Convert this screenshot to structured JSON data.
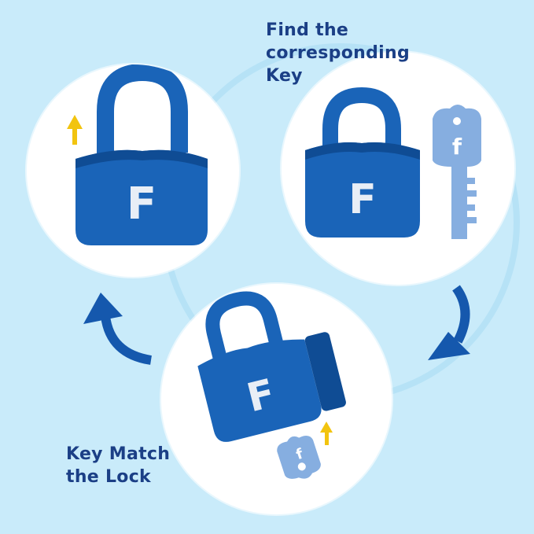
{
  "colors": {
    "background": "#c9ebfa",
    "ring": "#a2d9f2",
    "lock_body": "#1a64b8",
    "lock_shade": "#0f4c94",
    "key": "#86aee0",
    "caption_text": "#1b3f86",
    "arrow": "#1558ad",
    "hint_arrow": "#f2c40f"
  },
  "captions": {
    "top": [
      "Find the",
      "corresponding",
      "Key"
    ],
    "bottom": [
      "Key Match",
      "the Lock"
    ]
  },
  "steps": [
    {
      "letter": "F",
      "icons": [
        "padlock-open",
        "up-arrow-hint"
      ]
    },
    {
      "letter": "F",
      "key_letter": "f",
      "icons": [
        "padlock-closed",
        "key"
      ]
    },
    {
      "letter": "F",
      "key_letter": "f",
      "icons": [
        "padlock-tilted",
        "key-inserted",
        "up-arrow-hint"
      ]
    }
  ],
  "cycle_arrows": [
    "curved-arrow-right-down",
    "curved-arrow-left-up"
  ]
}
